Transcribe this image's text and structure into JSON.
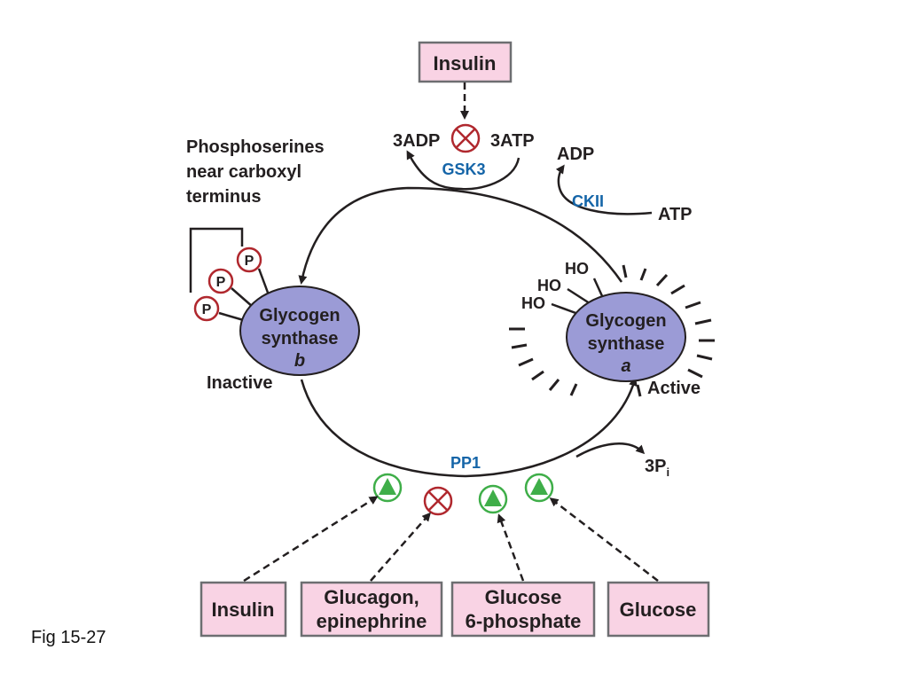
{
  "top_regulator": "Insulin",
  "gsk3": {
    "label": "GSK3",
    "in": "3ATP",
    "out": "3ADP"
  },
  "ckii": {
    "label": "CKII",
    "in": "ATP",
    "out": "ADP"
  },
  "pp1": {
    "label": "PP1",
    "product_main": "3P",
    "product_sub": "i"
  },
  "phospho_label": [
    "Phosphoserines",
    "near carboxyl",
    "terminus"
  ],
  "phosphate_symbol": "P",
  "enzyme_b": {
    "line1": "Glycogen",
    "line2": "synthase",
    "line3": "b",
    "state": "Inactive"
  },
  "enzyme_a": {
    "line1": "Glycogen",
    "line2": "synthase",
    "line3": "a",
    "state": "Active"
  },
  "hydroxyl": "HO",
  "bottom_regulators": [
    {
      "line1": "Insulin",
      "line2": "",
      "effect": "activate"
    },
    {
      "line1": "Glucagon,",
      "line2": "epinephrine",
      "effect": "inhibit"
    },
    {
      "line1": "Glucose",
      "line2": "6-phosphate",
      "effect": "activate"
    },
    {
      "line1": "Glucose",
      "line2": "",
      "effect": "activate"
    }
  ],
  "caption": "Fig 15-27",
  "colors": {
    "box_fill": "#f9d3e4",
    "enzyme_fill": "#9b9bd6",
    "inhibit": "#b0282e",
    "activate": "#3fae49",
    "enzyme_label": "#1565a8"
  }
}
